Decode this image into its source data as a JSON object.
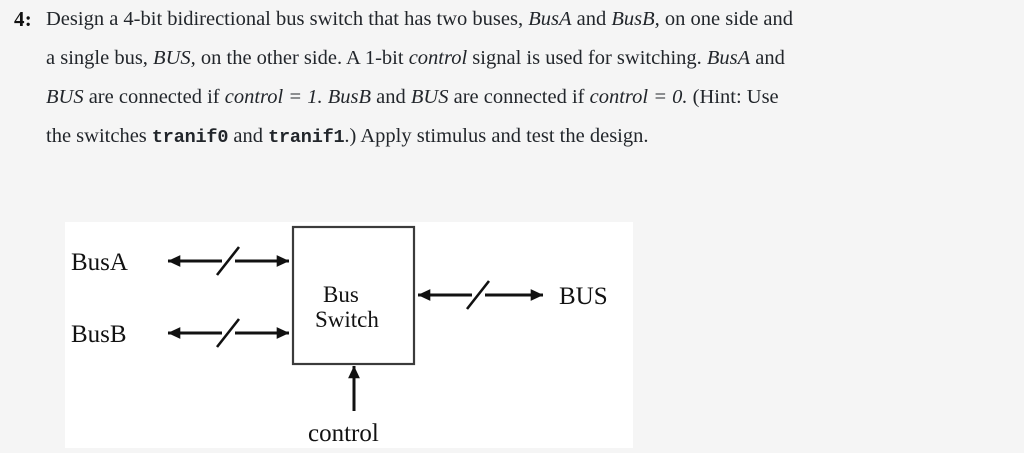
{
  "problem": {
    "number": "4:",
    "lines": [
      [
        {
          "t": "Design a 4-bit bidirectional bus switch that has two buses, ",
          "s": "roman"
        },
        {
          "t": "BusA",
          "s": "italic"
        },
        {
          "t": " and ",
          "s": "roman"
        },
        {
          "t": "BusB,",
          "s": "italic"
        },
        {
          "t": " on one side and",
          "s": "roman"
        }
      ],
      [
        {
          "t": "a single bus, ",
          "s": "roman"
        },
        {
          "t": "BUS,",
          "s": "italic"
        },
        {
          "t": " on the other side. A 1-bit ",
          "s": "roman"
        },
        {
          "t": "control",
          "s": "italic"
        },
        {
          "t": " signal is used for switching. ",
          "s": "roman"
        },
        {
          "t": "BusA",
          "s": "italic"
        },
        {
          "t": " and",
          "s": "roman"
        }
      ],
      [
        {
          "t": "BUS",
          "s": "italic"
        },
        {
          "t": " are connected if ",
          "s": "roman"
        },
        {
          "t": "control = 1.",
          "s": "italic"
        },
        {
          "t": " ",
          "s": "roman"
        },
        {
          "t": "BusB",
          "s": "italic"
        },
        {
          "t": " and ",
          "s": "roman"
        },
        {
          "t": "BUS",
          "s": "italic"
        },
        {
          "t": " are connected if ",
          "s": "roman"
        },
        {
          "t": "control = 0.",
          "s": "italic"
        },
        {
          "t": " (Hint: Use",
          "s": "roman"
        }
      ],
      [
        {
          "t": "the switches ",
          "s": "roman"
        },
        {
          "t": "tranif0",
          "s": "code"
        },
        {
          "t": " and ",
          "s": "roman"
        },
        {
          "t": "tranif1",
          "s": "code"
        },
        {
          "t": ".) Apply stimulus and test the design.",
          "s": "roman"
        }
      ]
    ],
    "plain_text": "4: Design a 4-bit bidirectional bus switch that has two buses, BusA and BusB, on one side and a single bus, BUS, on the other side. A 1-bit control signal is used for switching. BusA and BUS are connected if control = 1. BusB and BUS are connected if control = 0. (Hint: Use the switches tranif0 and tranif1.) Apply stimulus and test the design."
  },
  "figure": {
    "block_label_line1": "Bus",
    "block_label_line2": "Switch",
    "ports": {
      "left_top": "BusA",
      "left_bottom": "BusB",
      "right": "BUS",
      "bottom": "control"
    },
    "bus_width_marks": 3,
    "colors": {
      "panel_background": "#ffffff",
      "page_background": "#f5f5f5",
      "stroke": "#1a1a1a",
      "box_stroke": "#3a3a3a",
      "text": "#121212"
    }
  }
}
